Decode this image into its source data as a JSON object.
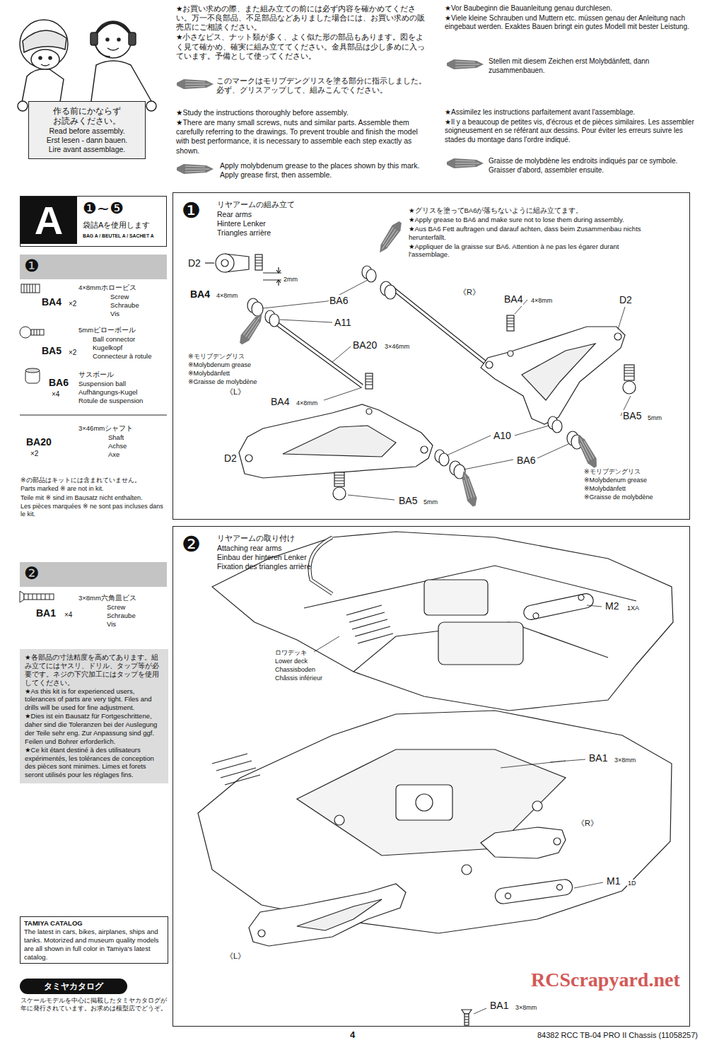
{
  "diagram": {
    "nodes": [
      {
        "text": [
          "作る前にかならず お読みください。",
          "Read before assembly.",
          "Erst lesen - dann bauen.",
          "Lire avant assemblage."
        ]
      },
      {
        "text": [
          "A",
          "❶~❺",
          "袋詰Aを使用します",
          "BAG A / BEUTEL A / SACHET A"
        ]
      },
      {
        "text": [
          "❶"
        ]
      },
      {
        "text": [
          "❷"
        ]
      },
      {
        "text": [
          "★各部品の寸法精度を高めてあります。組み立てにはヤスリ、ドリル、タップ等が必要です。ネジの下穴加工にはタップを使用してください。",
          "★As this kit is for experienced users, tolerances of parts are very tight. Files and drills will be used for fine adjustment.",
          "★Dies ist ein Bausatz für Fortgeschrittene, daher sind die Toleranzen bei der Auslegung der Teile sehr eng. Zur Anpassung sind ggf. Feilen und Bohrer erforderlich.",
          "★Ce kit étant destiné à des utilisateurs expérimentés, les tolérances de conception des pièces sont minimes. Limes et forets seront utilisés pour les réglages fins."
        ]
      },
      {
        "text": [
          "TAMIYA CATALOG",
          "The latest in cars, bikes, airplanes, ships and tanks. Motorized and museum quality models are all shown in full color in Tamiya's latest catalog."
        ]
      },
      {
        "text": [
          "タミヤカタログ"
        ]
      },
      {
        "text": [
          "❶",
          "リヤアームの組み立て",
          "Rear arms",
          "Hintere Lenker",
          "Triangles arrière"
        ]
      },
      {
        "text": [
          "❷",
          "リヤアームの取り付け",
          "Attaching rear arms",
          "Einbau der hinteren Lenker",
          "Fixation des triangles arrière"
        ]
      }
    ],
    "labels": [
      "★お買い求めの際、また組み立ての前には必ず内容を確かめてください。万一不良部品、不足部品などありました場合には、お買い求めの販売店にご相談ください。",
      "★小さなビス、ナット類が多く、よく似た形の部品もあります。図をよく見て確かめ、確実に組み立ててください。金具部品は少し多めに入っています。予備として使ってください。",
      "このマークはモリブデングリスを塗る部分に指示しました。必ず、グリスアップして、組みこんでください。",
      "★Study the instructions thoroughly before assembly.",
      "★There are many small screws, nuts and similar parts. Assemble them carefully referring to the drawings. To prevent trouble and finish the model with best performance, it is necessary to assemble each step exactly as shown.",
      "Apply molybdenum grease to the places shown by this mark. Apply grease first, then assemble.",
      "★Vor Baubeginn die Bauanleitung genau durchlesen.",
      "★Viele kleine Schrauben und Muttern etc. müssen genau der Anleitung nach eingebaut werden. Exaktes Bauen bringt ein gutes Modell mit bester Leistung.",
      "Stellen mit diesem Zeichen erst Molybdänfett, dann zusammenbauen.",
      "★Assimilez les instructions parfaitement avant l'assemblage.",
      "★Il y a beaucoup de petites vis, d'écrous et de pièces similaires. Les assembler soigneusement en se référant aux dessins. Pour éviter les erreurs suivre les stades du montage dans l'ordre indiqué.",
      "Graisse de molybdène les endroits indiqués par ce symbole. Graisser d'abord, assembler ensuite.",
      "BA4",
      "×2",
      "4×8mmホロービス",
      "Screw",
      "Schraube",
      "Vis",
      "BA5",
      "×2",
      "5mmピローボール",
      "Ball connector",
      "Kugelkopf",
      "Connecteur à rotule",
      "BA6",
      "×4",
      "サスボール",
      "Suspension ball",
      "Aufhängungs-Kugel",
      "Rotule de suspension",
      "3×46mmシャフト",
      "Shaft",
      "Achse",
      "Axe",
      "BA20",
      "×2",
      "※の部品はキットには含まれていません。",
      "Parts marked ※ are not in kit.",
      "Teile mit ※ sind im Bausatz nicht enthalten.",
      "Les pièces marquées ※ ne sont pas incluses dans le kit.",
      "BA1",
      "×4",
      "3×8mm六角皿ビス",
      "Screw",
      "Schraube",
      "Vis",
      "スケールモデルを中心に掲載したタミヤカタログが年に発行されています。お求めは模型店でどうぞ。",
      "D2",
      "2mm",
      "BA4",
      "4×8mm",
      "BA6",
      "A11",
      "BA20",
      "3×46mm",
      "※モリブデングリス",
      "※Molybdenum grease",
      "※Molybdänfett",
      "※Graisse de molybdène",
      "《L》",
      "BA4",
      "4×8mm",
      "D2",
      "BA5",
      "5mm",
      "★グリスを塗ってBA6が落ちないように組み立てます。",
      "★Apply grease to BA6 and make sure not to lose them during assembly.",
      "★Aus BA6 Fett auftragen und darauf achten, dass beim Zusammenbau nichts herunterfällt.",
      "★Appliquer de la graisse sur BA6. Attention à ne pas les égarer durant l'assemblage.",
      "《R》",
      "BA4",
      "4×8mm",
      "D2",
      "BA5",
      "5mm",
      "A10",
      "BA6",
      "※モリブデングリス",
      "※Molybdenum grease",
      "※Molybdänfett",
      "※Graisse de molybdène",
      "ロワデッキ",
      "Lower deck",
      "Chassisboden",
      "Châssis inférieur",
      "M2",
      "1XA",
      "BA1",
      "3×8mm",
      "《R》",
      "《L》",
      "M1",
      "1D",
      "BA1",
      "3×8mm",
      "4",
      "84382 RCC TB-04 PRO II Chassis (11058257)",
      "RCScrapyard.net"
    ]
  }
}
